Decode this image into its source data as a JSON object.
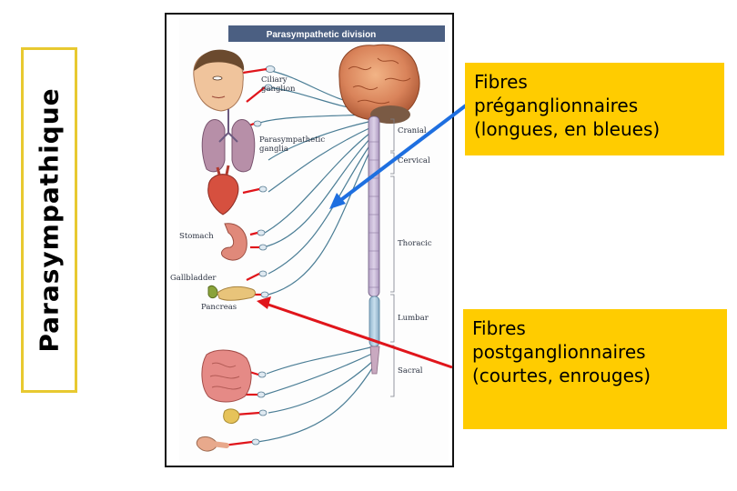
{
  "side_title": "Parasympathique",
  "figure": {
    "banner": "Parasympathetic division",
    "labels": {
      "ciliary": [
        "Ciliary",
        "ganglion"
      ],
      "parasym": [
        "Parasympathetic",
        "ganglia"
      ],
      "stomach": "Stomach",
      "gallbladder": "Gallbladder",
      "pancreas": "Pancreas",
      "cranial": "Cranial",
      "cervical": "Cervical",
      "thoracic": "Thoracic",
      "lumbar": "Lumbar",
      "sacral": "Sacral"
    }
  },
  "callouts": {
    "preganglionic": [
      "Fibres",
      "préganglionnaires",
      "(longues, en bleues)"
    ],
    "postganglionic": [
      "Fibres",
      "postganglionnaires",
      "(courtes, enrouges)"
    ]
  },
  "colors": {
    "callout_bg": "#ffcc00",
    "side_border": "#e8c930",
    "banner_bg": "#4b5f82",
    "arrow_blue": "#1e6fe0",
    "arrow_red": "#e0151b",
    "nerve_blue": "#4a7d95",
    "postganglionic_red": "#e0151b"
  }
}
